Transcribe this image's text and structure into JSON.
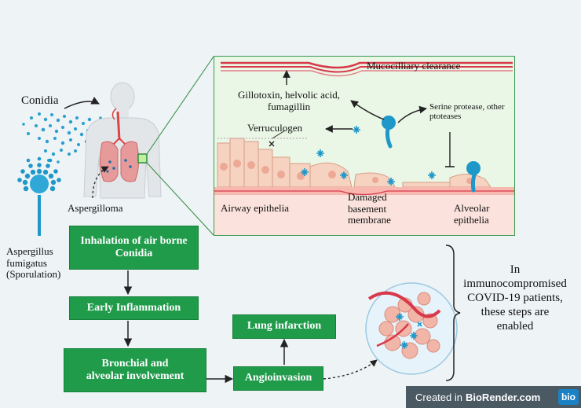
{
  "labels": {
    "conidia": "Conidia",
    "aspergillus": [
      "Aspergillus",
      "fumigatus",
      "(Sporulation)"
    ],
    "aspergilloma": "Aspergilloma",
    "mucocilliary": "Mucocilliary clearance",
    "toxins": [
      "Gillotoxin, helvolic acid,",
      "fumagillin"
    ],
    "verruculogen": "Verruculogen",
    "serine": [
      "Serine protease, other",
      "ptoteases"
    ],
    "airway": "Airway epithelia",
    "damaged": [
      "Damaged",
      "basement",
      "membrane"
    ],
    "alveolar": [
      "Alveolar",
      "epithelia"
    ]
  },
  "flow": {
    "inhalation": [
      "Inhalation of air borne",
      "Conidia"
    ],
    "early": "Early Inflammation",
    "bronchial": [
      "Bronchial and",
      "alveolar involvement"
    ],
    "angio": "Angioinvasion",
    "infarction": "Lung infarction"
  },
  "side_note": [
    "In",
    "immunocompromised",
    "COVID-19 patients,",
    "these steps are",
    "enabled"
  ],
  "watermark": {
    "prefix": "Created in",
    "brand": "BioRender.com",
    "badge": "bio"
  },
  "colors": {
    "box_green": "#1f9b4a",
    "inset_bg": "#eaf7e6",
    "fungus_blue": "#1e98c8",
    "tissue_pink": "#f4c6b4"
  }
}
